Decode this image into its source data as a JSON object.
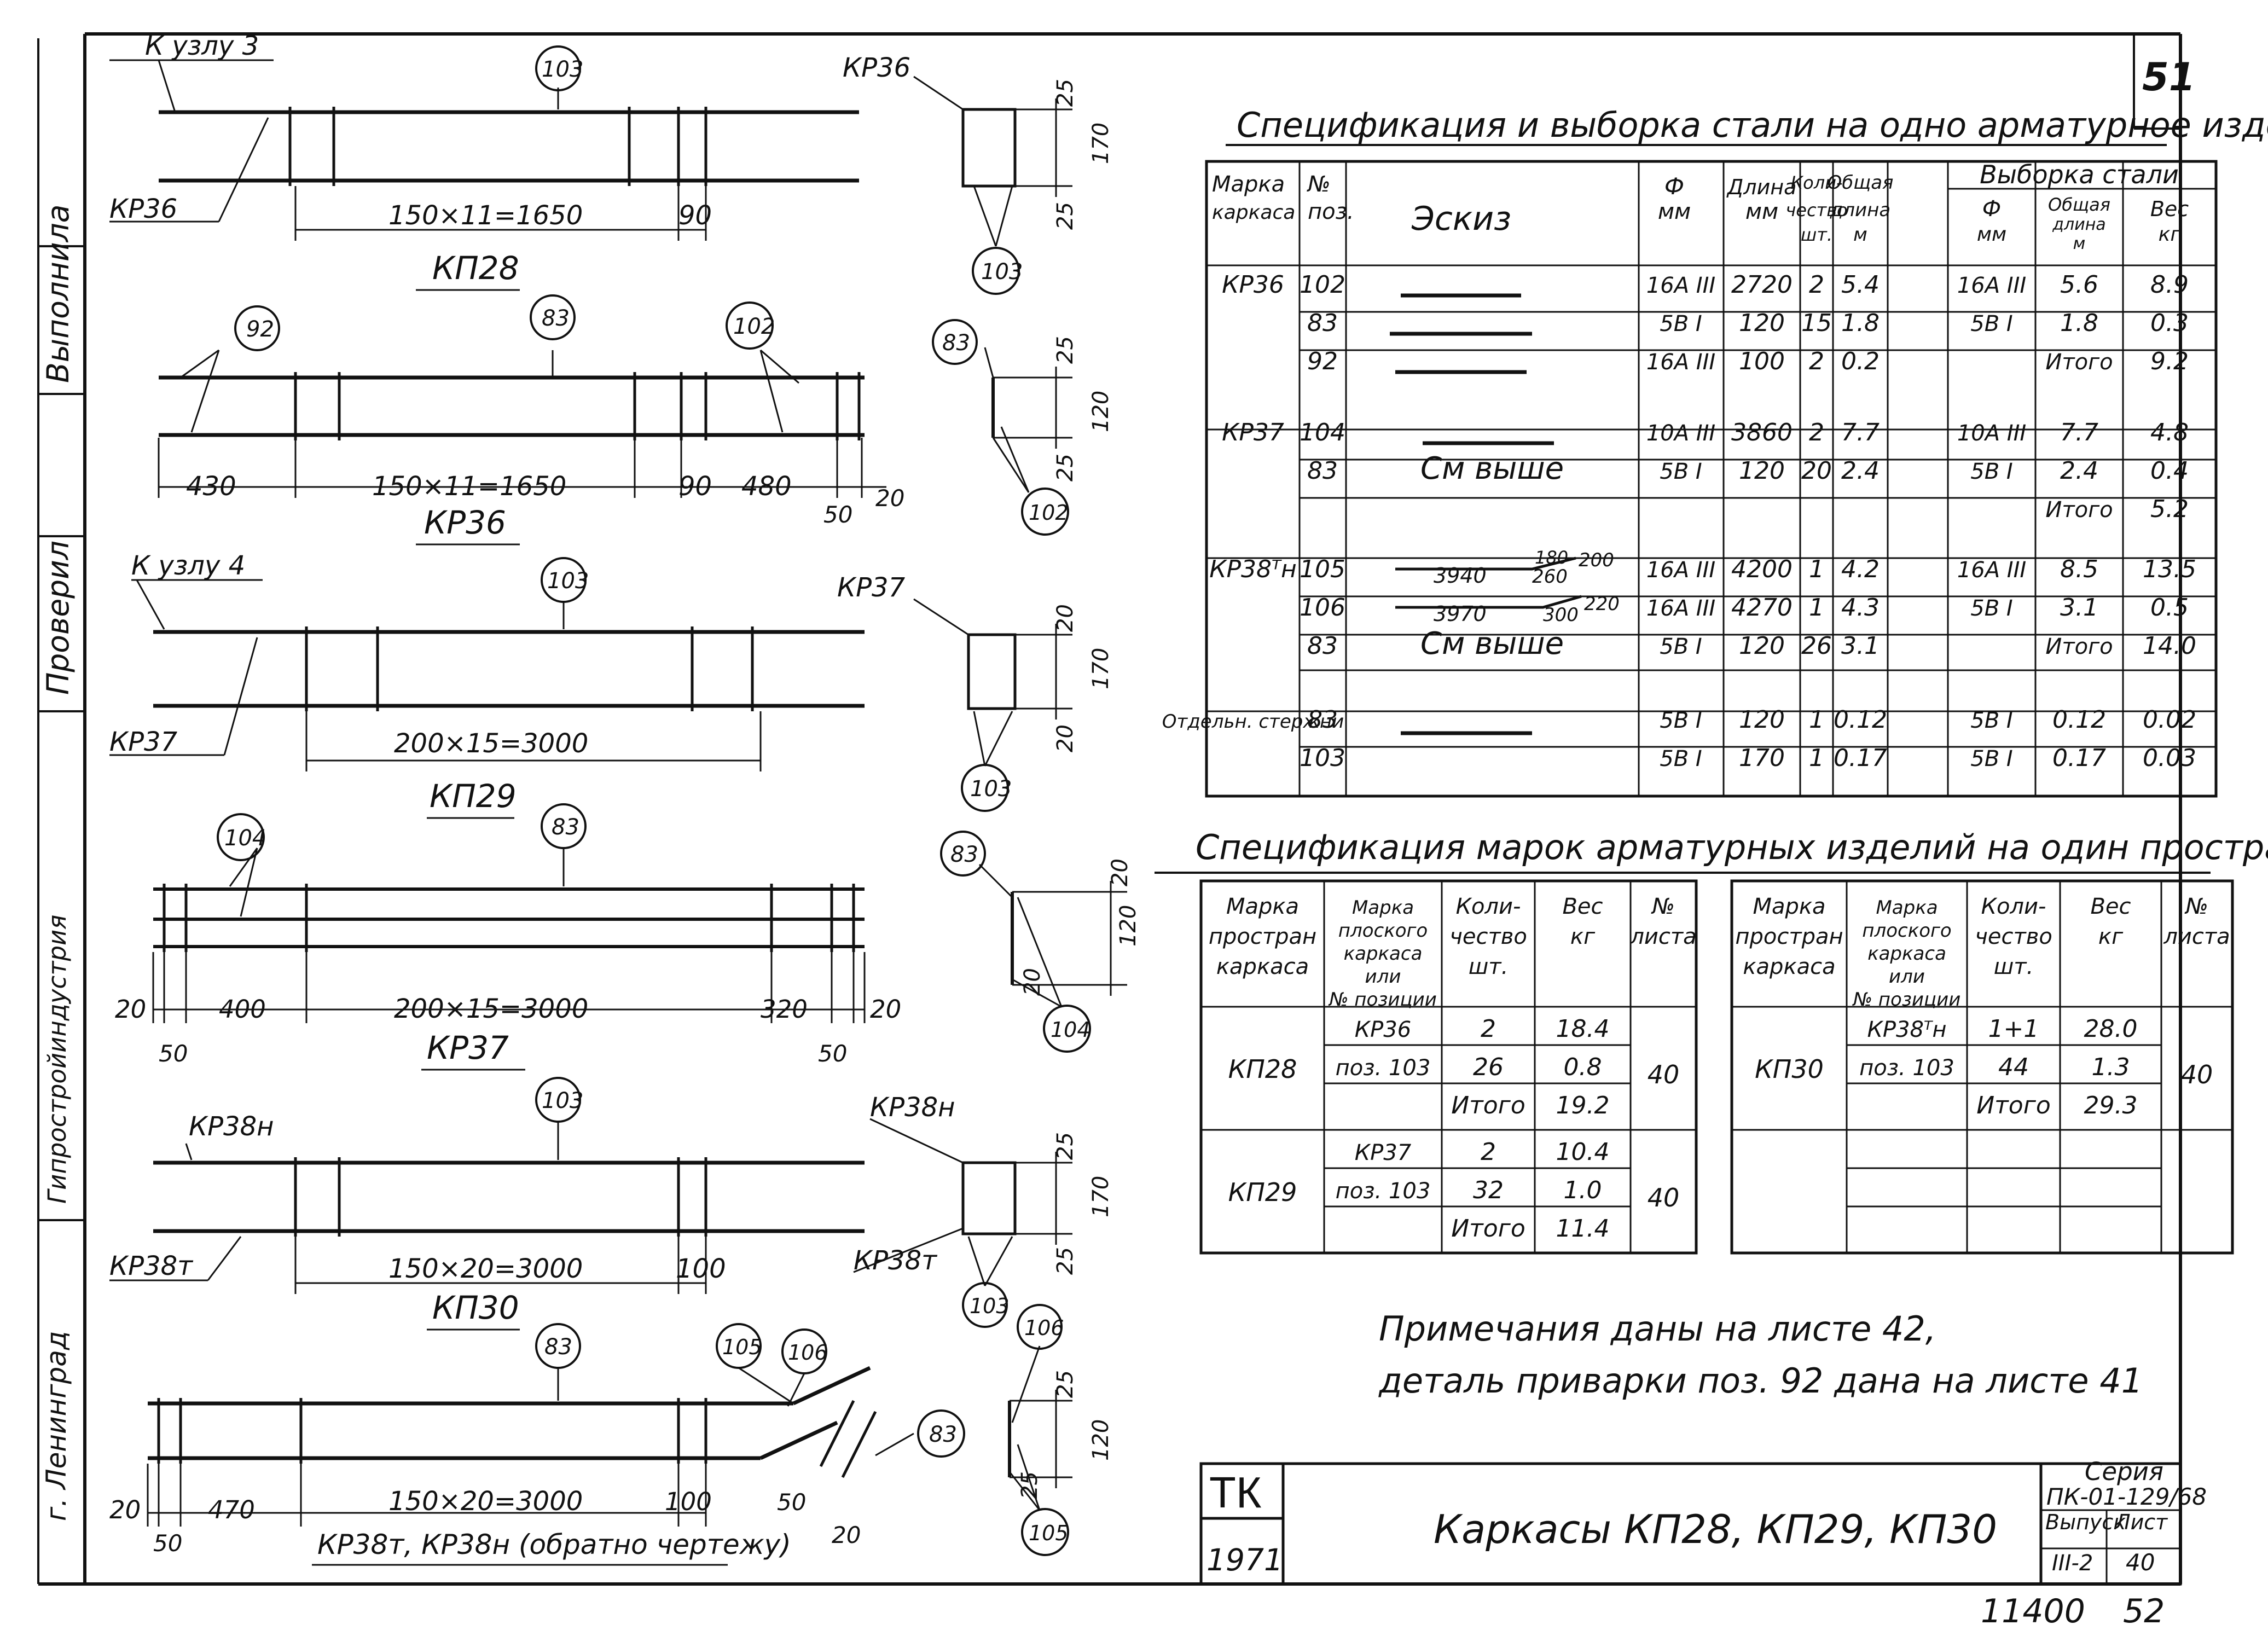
{
  "sheet": {
    "page_number": "51",
    "bottom_code": "11400",
    "bottom_page": "52",
    "left_margin": {
      "role_draw": "Выполнила",
      "role_check": "Проверил",
      "org": "г. Ленинград",
      "faded": "Гипростройиндустрия"
    }
  },
  "drawings": [
    {
      "title": "КП28",
      "marks": [
        "К узлу 3",
        "КР36"
      ],
      "callouts": [
        "103"
      ],
      "dims": [
        "150×11=1650",
        "90"
      ]
    },
    {
      "title": "КР36",
      "callouts": [
        "92",
        "83",
        "102"
      ],
      "dims": [
        "430",
        "150×11=1650",
        "90",
        "480",
        "50",
        "20"
      ]
    },
    {
      "title": "КП29",
      "marks": [
        "К узлу 4",
        "КР37"
      ],
      "callouts": [
        "103"
      ],
      "dims": [
        "200×15=3000"
      ]
    },
    {
      "title": "КР37",
      "callouts": [
        "104",
        "83"
      ],
      "dims": [
        "20",
        "400",
        "200×15=3000",
        "320",
        "20",
        "50",
        "50"
      ]
    },
    {
      "title": "КП30",
      "marks": [
        "КР38н",
        "КР38т"
      ],
      "callouts": [
        "103"
      ],
      "dims": [
        "150×20=3000",
        "100"
      ]
    },
    {
      "title": "КР38т, КР38н (обратно чертежу)",
      "callouts": [
        "83",
        "105",
        "106"
      ],
      "dims": [
        "20",
        "470",
        "150×20=3000",
        "100",
        "50",
        "50",
        "20"
      ]
    }
  ],
  "sections": [
    {
      "mark": "КР36",
      "callouts": [
        "103",
        "103"
      ],
      "dims": [
        "25",
        "170",
        "25"
      ]
    },
    {
      "callouts": [
        "83",
        "102"
      ],
      "dims": [
        "25",
        "120",
        "25"
      ]
    },
    {
      "mark": "КР37",
      "callouts": [
        "103"
      ],
      "dims": [
        "20",
        "170",
        "20"
      ]
    },
    {
      "callouts": [
        "83",
        "104"
      ],
      "dims": [
        "20",
        "120",
        "20"
      ]
    },
    {
      "mark": "КР38н",
      "mark2": "КР38т",
      "callouts": [
        "103"
      ],
      "dims": [
        "25",
        "170",
        "25"
      ]
    },
    {
      "callouts": [
        "106",
        "83",
        "105"
      ],
      "dims": [
        "25",
        "120",
        "25"
      ]
    }
  ],
  "spec1": {
    "title": "Спецификация и выборка стали на одно арматурное изделие",
    "headers": {
      "mark": "Марка каркаса",
      "pos": "№ поз.",
      "sketch": "Эскиз",
      "dia": "Ф мм",
      "len": "Длина мм",
      "qty": "Коли- чество шт.",
      "total_len": "Общая длина м",
      "group": "Выборка стали",
      "s_dia": "Ф мм",
      "s_len": "Общая длина м",
      "s_wt": "Вес кг"
    },
    "rows": [
      {
        "mark": "КР36",
        "pos": "102",
        "sketch": "",
        "dia": "16А III",
        "len": "2720",
        "qty": "2",
        "tl": "5.4",
        "sd": "16А III",
        "sl": "5.6",
        "sw": "8.9"
      },
      {
        "mark": "",
        "pos": "83",
        "sketch": "",
        "dia": "5В I",
        "len": "120",
        "qty": "15",
        "tl": "1.8",
        "sd": "5В I",
        "sl": "1.8",
        "sw": "0.3"
      },
      {
        "mark": "",
        "pos": "92",
        "sketch": "",
        "dia": "16А III",
        "len": "100",
        "qty": "2",
        "tl": "0.2",
        "sd": "",
        "sl": "Итого",
        "sw": "9.2"
      },
      {
        "mark": "КР37",
        "pos": "104",
        "sketch": "",
        "dia": "10А III",
        "len": "3860",
        "qty": "2",
        "tl": "7.7",
        "sd": "10А III",
        "sl": "7.7",
        "sw": "4.8"
      },
      {
        "mark": "",
        "pos": "83",
        "sketch": "См выше",
        "dia": "5В I",
        "len": "120",
        "qty": "20",
        "tl": "2.4",
        "sd": "5В I",
        "sl": "2.4",
        "sw": "0.4"
      },
      {
        "mark": "",
        "pos": "",
        "sketch": "",
        "dia": "",
        "len": "",
        "qty": "",
        "tl": "",
        "sd": "",
        "sl": "Итого",
        "sw": "5.2"
      },
      {
        "mark": "КР38ᵀн",
        "pos": "105",
        "sketch": "3940 260 200",
        "dia": "16А III",
        "len": "4200",
        "qty": "1",
        "tl": "4.2",
        "sd": "16А III",
        "sl": "8.5",
        "sw": "13.5"
      },
      {
        "mark": "",
        "pos": "106",
        "sketch": "3970 300 220",
        "dia": "16А III",
        "len": "4270",
        "qty": "1",
        "tl": "4.3",
        "sd": "5В I",
        "sl": "3.1",
        "sw": "0.5"
      },
      {
        "mark": "",
        "pos": "83",
        "sketch": "См выше",
        "dia": "5В I",
        "len": "120",
        "qty": "26",
        "tl": "3.1",
        "sd": "",
        "sl": "Итого",
        "sw": "14.0"
      },
      {
        "mark": "Отдельн. стержни",
        "pos": "83",
        "sketch": "",
        "dia": "5В I",
        "len": "120",
        "qty": "1",
        "tl": "0.12",
        "sd": "5В I",
        "sl": "0.12",
        "sw": "0.02"
      },
      {
        "mark": "",
        "pos": "103",
        "sketch": "",
        "dia": "5В I",
        "len": "170",
        "qty": "1",
        "tl": "0.17",
        "sd": "5В I",
        "sl": "0.17",
        "sw": "0.03"
      }
    ],
    "sketch_extra": {
      "a": "180",
      "b": "200"
    }
  },
  "spec2": {
    "title": "Спецификация марок арматурных изделий на один пространственный каркас",
    "headers": {
      "space": "Марка простран каркаса",
      "flat": "Марка плоского каркаса или № позиции",
      "qty": "Коли- чество шт.",
      "wt": "Вес кг",
      "sheet": "№ листа"
    },
    "left": [
      {
        "space": "КП28",
        "sheet": "40",
        "rows": [
          [
            "КР36",
            "2",
            "18.4"
          ],
          [
            "поз. 103",
            "26",
            "0.8"
          ],
          [
            "",
            "Итого",
            "19.2"
          ]
        ]
      },
      {
        "space": "КП29",
        "sheet": "40",
        "rows": [
          [
            "КР37",
            "2",
            "10.4"
          ],
          [
            "поз. 103",
            "32",
            "1.0"
          ],
          [
            "",
            "Итого",
            "11.4"
          ]
        ]
      }
    ],
    "right": [
      {
        "space": "КП30",
        "sheet": "40",
        "rows": [
          [
            "КР38ᵀн",
            "1+1",
            "28.0"
          ],
          [
            "поз. 103",
            "44",
            "1.3"
          ],
          [
            "",
            "Итого",
            "29.3"
          ]
        ]
      }
    ]
  },
  "notes": [
    "Примечания даны на листе 42,",
    "деталь приварки поз. 92 дана на листе 41"
  ],
  "title_block": {
    "org": "ТК",
    "year": "1971",
    "name": "Каркасы КП28, КП29, КП30",
    "series_label": "Серия",
    "series": "ПК-01-129/68",
    "issue_label": "Выпуск",
    "issue": "III-2",
    "sheet_label": "Лист",
    "sheet": "40"
  }
}
